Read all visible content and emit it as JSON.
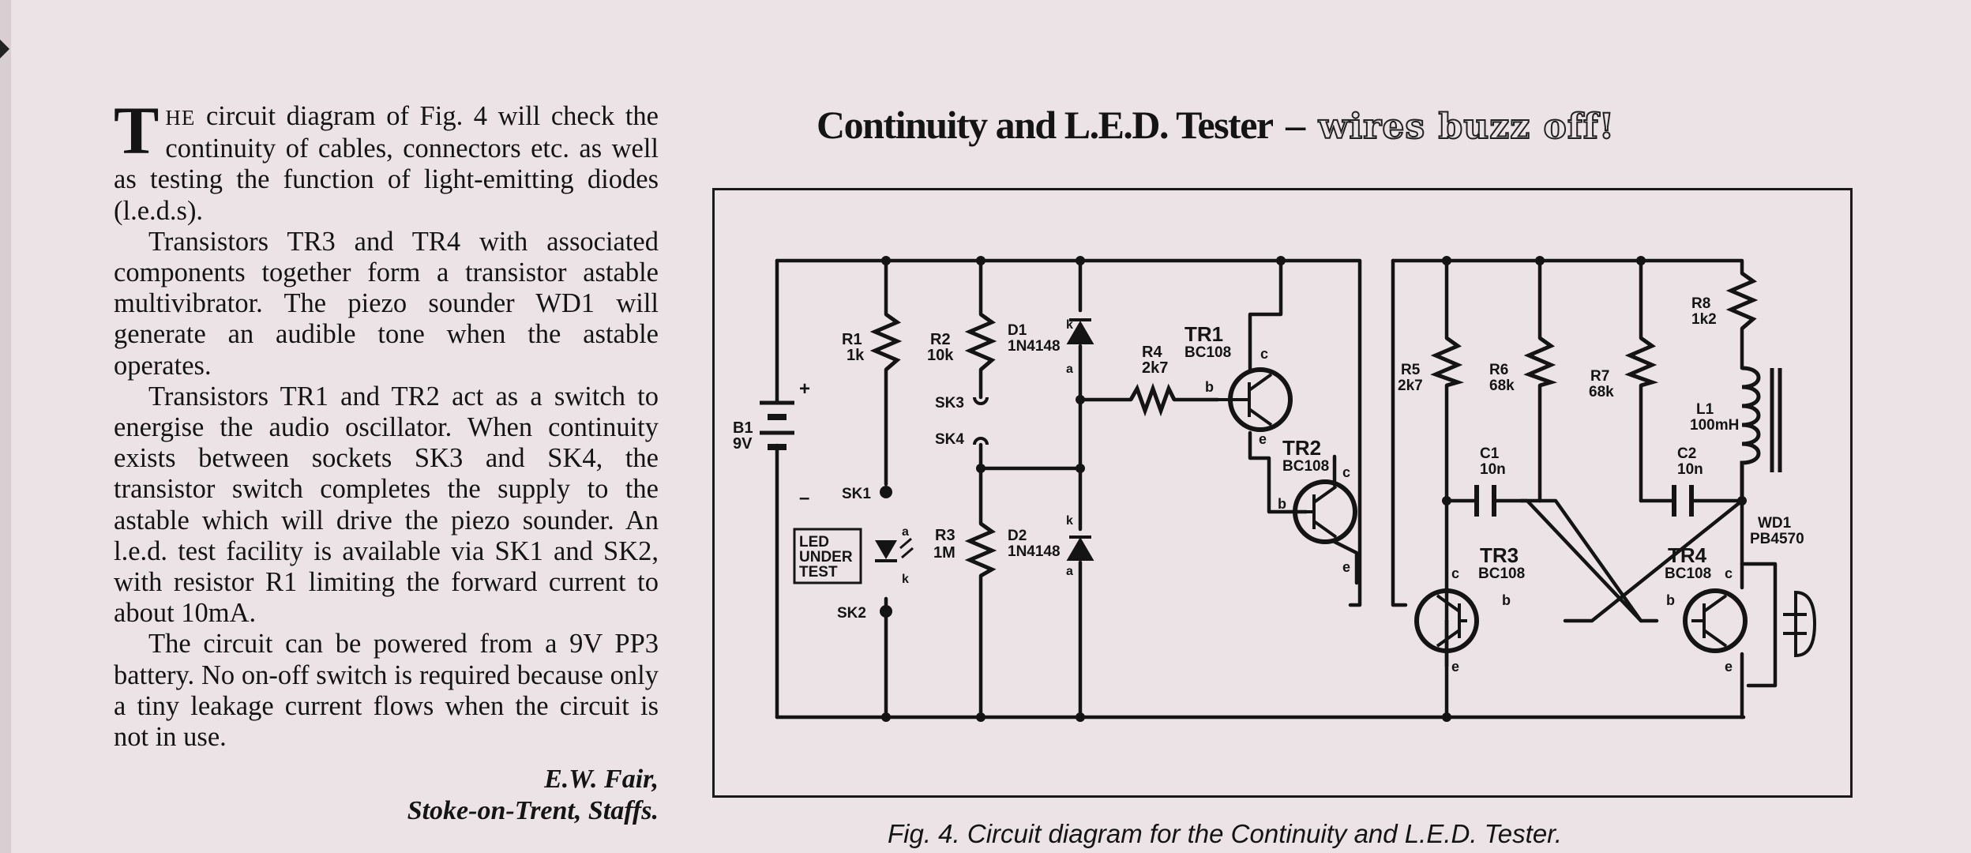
{
  "article": {
    "dropcap": "T",
    "lead": "HE",
    "first_rest": " circuit diagram of Fig. 4 will check the continuity of cables, connectors etc. as well as testing the function of light-emitting diodes (l.e.d.s).",
    "p2": "Transistors TR3 and TR4 with associated components together form a transistor astable multivibrator. The piezo sounder WD1 will generate an audible tone when the astable operates.",
    "p3": "Transistors TR1 and TR2 act as a switch to energise the audio oscillator. When continuity exists between sockets SK3 and SK4, the transistor switch completes the supply to the astable which will drive the piezo sounder. An l.e.d. test facility is available via SK1 and SK2, with resistor R1 limiting the forward current to about 10mA.",
    "p4": "The circuit can be powered from a 9V PP3 battery. No on-off switch is required because only a tiny leakage current flows when the circuit is not in use.",
    "author": "E.W. Fair,",
    "location": "Stoke-on-Trent, Staffs."
  },
  "headline": {
    "main": "Continuity and L.E.D. Tester",
    "dash": "–",
    "sub": "wires buzz off!"
  },
  "figure": {
    "caption": "Fig. 4. Circuit diagram for the Continuity and L.E.D. Tester.",
    "labels": {
      "b1": "B1",
      "b1v": "9V",
      "plus": "+",
      "minus": "–",
      "r1": "R1",
      "r1v": "1k",
      "sk1": "SK1",
      "sk2": "SK2",
      "led1": "LED",
      "led2": "UNDER",
      "led3": "TEST",
      "a": "a",
      "k": "k",
      "r2": "R2",
      "r2v": "10k",
      "sk3": "SK3",
      "sk4": "SK4",
      "r3": "R3",
      "r3v": "1M",
      "d1": "D1",
      "d1v": "1N4148",
      "d2": "D2",
      "d2v": "1N4148",
      "r4": "R4",
      "r4v": "2k7",
      "tr1": "TR1",
      "tr1v": "BC108",
      "tr2": "TR2",
      "tr2v": "BC108",
      "b": "b",
      "c": "c",
      "e": "e",
      "r5": "R5",
      "r5v": "2k7",
      "r6": "R6",
      "r6v": "68k",
      "r7": "R7",
      "r7v": "68k",
      "r8": "R8",
      "r8v": "1k2",
      "l1": "L1",
      "l1v": "100mH",
      "c1": "C1",
      "c1v": "10n",
      "c2": "C2",
      "c2v": "10n",
      "tr3": "TR3",
      "tr3v": "BC108",
      "tr4": "TR4",
      "tr4v": "BC108",
      "wd1": "WD1",
      "wd1v": "PB4570"
    }
  }
}
